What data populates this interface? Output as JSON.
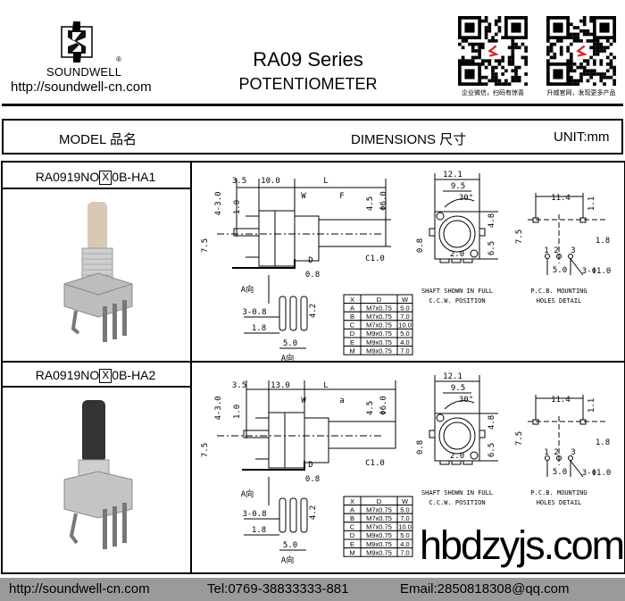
{
  "header": {
    "brand": "SOUNDWELL",
    "registered": "®",
    "url": "http://soundwell-cn.com",
    "title": "RA09 Series",
    "subtitle": "POTENTIOMETER",
    "qr": [
      {
        "caption": "企业微信，扫码有惊喜"
      },
      {
        "caption": "升威官网，发现更多产品"
      }
    ]
  },
  "table_header": {
    "model": "MODEL 品名",
    "dimensions": "DIMENSIONS 尺寸",
    "unit": "UNIT:mm"
  },
  "rows": [
    {
      "model_prefix": "RA0919NO",
      "model_x": "X",
      "model_suffix": "0B-HA1",
      "side": [
        "3.5",
        "10.0",
        "L",
        "W",
        "F",
        "4-3.0",
        "1.0",
        "4.5",
        "Φ6.0",
        "7.5",
        "C1.0",
        "D",
        "0.8",
        "A向"
      ],
      "pins": [
        "3-0.8",
        "1.8",
        "4.2",
        "5.0",
        "A向"
      ],
      "front": [
        "12.1",
        "9.5",
        "30°",
        "4.8",
        "6.5",
        "0.8",
        "2.0"
      ],
      "front_caption": [
        "SHAFT SHOWN IN FULL",
        "C.C.W. POSITION"
      ],
      "pcb": [
        "11.4",
        "1.1",
        "7.5",
        "1.8",
        "5.0",
        "3-Φ1.0",
        "1",
        "2",
        "3"
      ],
      "pcb_caption": [
        "P.C.B. MOUNTING",
        "HOLES DETAIL"
      ],
      "spec_table": {
        "headers": [
          "X",
          "D",
          "W"
        ],
        "rows": [
          [
            "A",
            "M7x0.75",
            "5.0"
          ],
          [
            "B",
            "M7x0.75",
            "7.0"
          ],
          [
            "C",
            "M7x0.75",
            "10.0"
          ],
          [
            "D",
            "M9x0.75",
            "5.0"
          ],
          [
            "E",
            "M9x0.75",
            "4.0"
          ],
          [
            "M",
            "M9x0.75",
            "7.0"
          ]
        ]
      }
    },
    {
      "model_prefix": "RA0919NO",
      "model_x": "X",
      "model_suffix": "0B-HA2",
      "side": [
        "3.5",
        "13.0",
        "L",
        "W",
        "a",
        "4-3.0",
        "1.0",
        "4.5",
        "Φ6.0",
        "7.5",
        "C1.0",
        "D",
        "0.8",
        "A向"
      ],
      "pins": [
        "3-0.8",
        "1.8",
        "4.2",
        "5.0",
        "A向"
      ],
      "front": [
        "12.1",
        "9.5",
        "30°",
        "4.8",
        "6.5",
        "0.8",
        "2.0"
      ],
      "front_caption": [
        "SHAFT SHOWN IN FULL",
        "C.C.W. POSITION"
      ],
      "pcb": [
        "11.4",
        "1.1",
        "7.5",
        "1.8",
        "5.0",
        "3-Φ1.0",
        "1",
        "2",
        "3"
      ],
      "pcb_caption": [
        "P.C.B. MOUNTING",
        "HOLES DETAIL"
      ],
      "spec_table": {
        "headers": [
          "X",
          "D",
          "W"
        ],
        "rows": [
          [
            "A",
            "M7x0.75",
            "5.0"
          ],
          [
            "B",
            "M7x0.75",
            "7.0"
          ],
          [
            "C",
            "M7x0.75",
            "10.0"
          ],
          [
            "D",
            "M9x0.75",
            "5.0"
          ],
          [
            "E",
            "M9x0.75",
            "4.0"
          ],
          [
            "M",
            "M9x0.75",
            "7.0"
          ]
        ]
      }
    }
  ],
  "footer": {
    "url": "http://soundwell-cn.com",
    "tel": "Tel:0769-38833333-881",
    "email": "Email:2850818308@qq.com"
  },
  "watermark": "hbdzyjs.com"
}
